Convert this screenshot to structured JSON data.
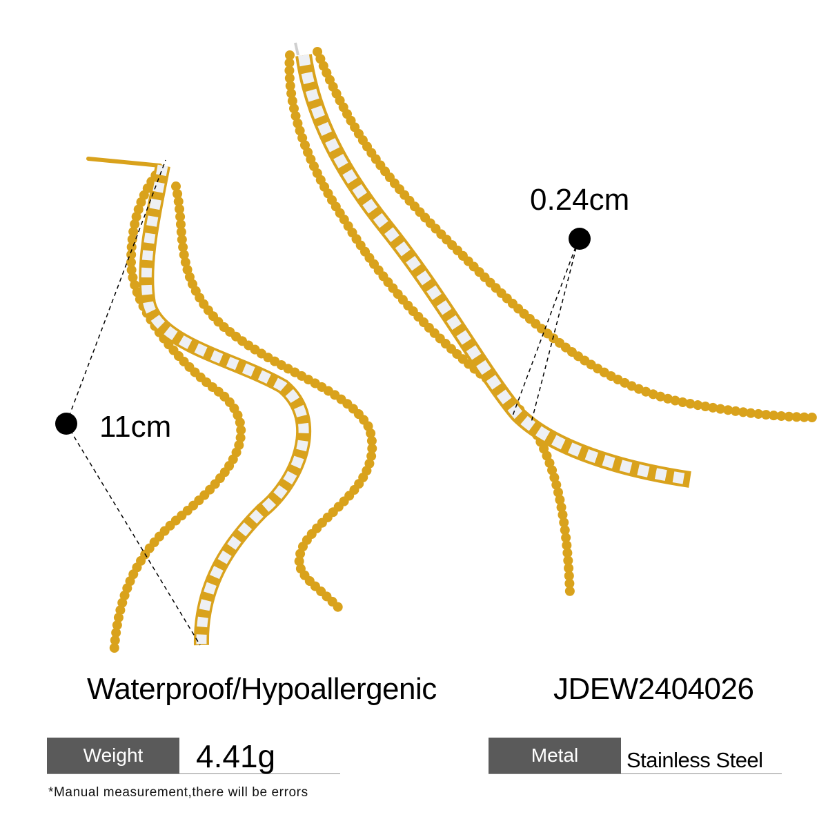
{
  "product": {
    "name": "Gold-tone tassel earrings with rhinestone and ball chains",
    "chain_color": "#d9a21c",
    "chain_shadow": "#a8740a",
    "stone_color": "#eef0f4"
  },
  "dimensions": {
    "length_label": "11cm",
    "width_label": "0.24cm"
  },
  "features": {
    "label": "Waterproof/Hypoallergenic"
  },
  "sku": {
    "code": "JDEW2404026"
  },
  "specs": [
    {
      "key": "Weight",
      "value": "4.41g"
    },
    {
      "key": "Metal",
      "value": "Stainless Steel"
    }
  ],
  "note": "*Manual measurement,there will be errors",
  "colors": {
    "spec_key_bg": "#5a5a5a",
    "spec_key_text": "#ffffff",
    "divider": "#8a8a8a",
    "dot": "#000000"
  }
}
